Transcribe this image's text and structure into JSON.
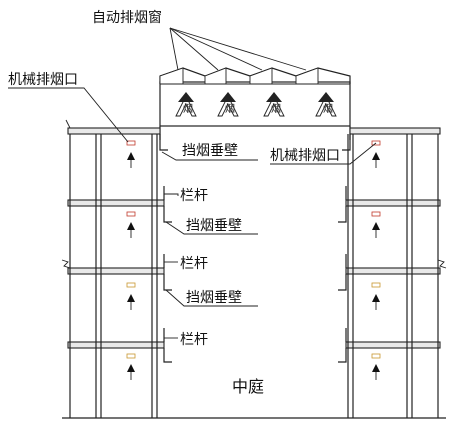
{
  "labels": {
    "auto_window": "自动排烟窗",
    "mech_outlet_left": "机械排烟口",
    "mech_outlet_right": "机械排烟口",
    "smoke_wall_1": "挡烟垂壁",
    "smoke_wall_2": "挡烟垂壁",
    "smoke_wall_3": "挡烟垂壁",
    "railing_1": "栏杆",
    "railing_2": "栏杆",
    "railing_3": "栏杆",
    "atrium": "中庭",
    "smoke_char": "烟"
  }
}
